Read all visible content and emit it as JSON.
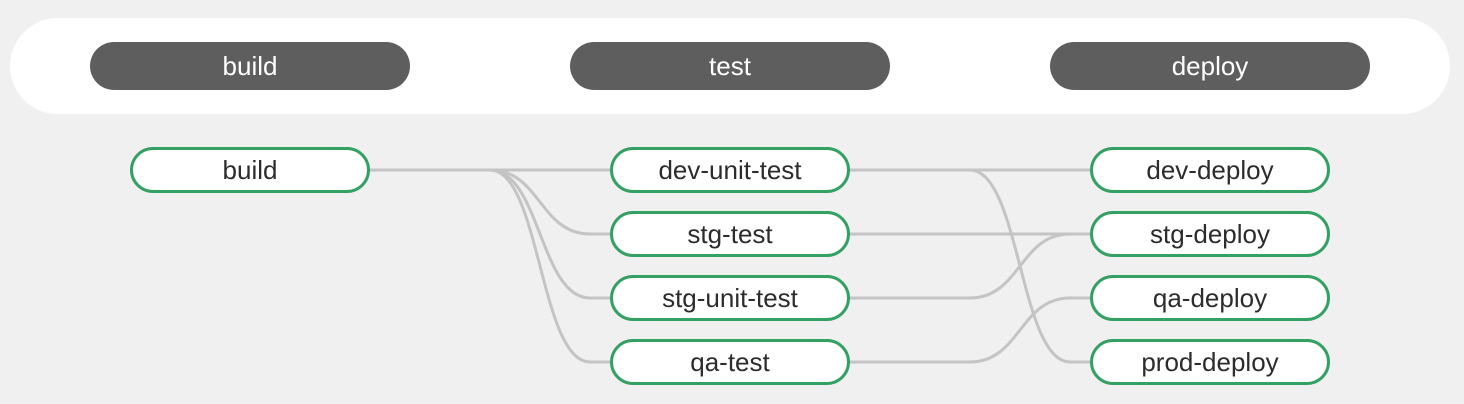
{
  "stages": [
    {
      "id": "build",
      "label": "build"
    },
    {
      "id": "test",
      "label": "test"
    },
    {
      "id": "deploy",
      "label": "deploy"
    }
  ],
  "jobs": {
    "build": [
      {
        "id": "build",
        "label": "build"
      }
    ],
    "test": [
      {
        "id": "dev-unit-test",
        "label": "dev-unit-test"
      },
      {
        "id": "stg-test",
        "label": "stg-test"
      },
      {
        "id": "stg-unit-test",
        "label": "stg-unit-test"
      },
      {
        "id": "qa-test",
        "label": "qa-test"
      }
    ],
    "deploy": [
      {
        "id": "dev-deploy",
        "label": "dev-deploy"
      },
      {
        "id": "stg-deploy",
        "label": "stg-deploy"
      },
      {
        "id": "qa-deploy",
        "label": "qa-deploy"
      },
      {
        "id": "prod-deploy",
        "label": "prod-deploy"
      }
    ]
  },
  "edges": [
    {
      "from": "build",
      "to": "dev-unit-test"
    },
    {
      "from": "build",
      "to": "stg-test"
    },
    {
      "from": "build",
      "to": "stg-unit-test"
    },
    {
      "from": "build",
      "to": "qa-test"
    },
    {
      "from": "dev-unit-test",
      "to": "dev-deploy"
    },
    {
      "from": "dev-unit-test",
      "to": "prod-deploy"
    },
    {
      "from": "stg-test",
      "to": "stg-deploy"
    },
    {
      "from": "stg-unit-test",
      "to": "stg-deploy"
    },
    {
      "from": "qa-test",
      "to": "qa-deploy"
    }
  ],
  "colors": {
    "job_border": "#33a064",
    "stage_fill": "#5e5e5e",
    "edge": "#c4c4c4",
    "background": "#f0f0f0"
  }
}
